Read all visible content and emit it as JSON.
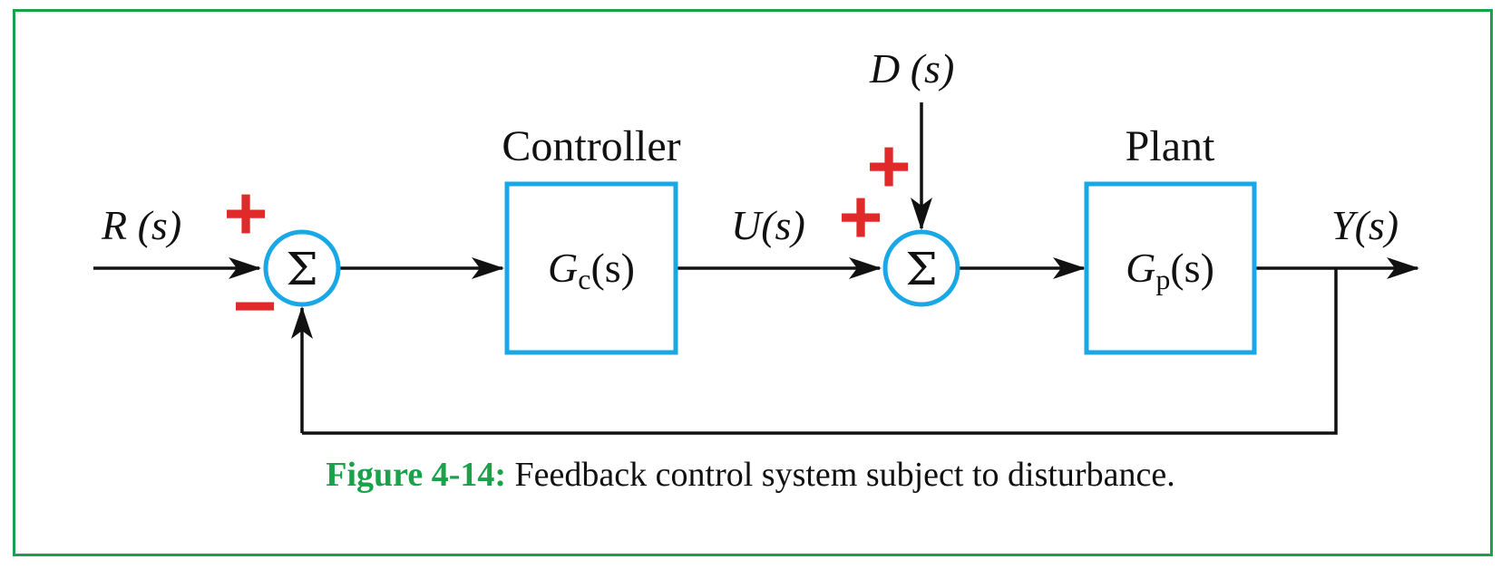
{
  "colors": {
    "frame": "#19a24a",
    "block_border": "#1aa7e6",
    "sign": "#e02a2a",
    "line": "#111111",
    "caption_label": "#19a24a"
  },
  "signals": {
    "input": "R (s)",
    "control": "U(s)",
    "disturbance": "D (s)",
    "output": "Y(s)"
  },
  "blocks": {
    "controller": {
      "title": "Controller",
      "func_base": "G",
      "func_sub": "c",
      "func_arg": "(s)"
    },
    "plant": {
      "title": "Plant",
      "func_base": "G",
      "func_sub": "p",
      "func_arg": "(s)"
    }
  },
  "junctions": {
    "sum1": {
      "symbol": "Σ",
      "input_sign": "+",
      "feedback_sign": "−"
    },
    "sum2": {
      "symbol": "Σ",
      "input_sign": "+",
      "disturbance_sign": "+"
    }
  },
  "caption": {
    "label": "Figure 4-14:",
    "text": " Feedback control system subject to disturbance."
  }
}
